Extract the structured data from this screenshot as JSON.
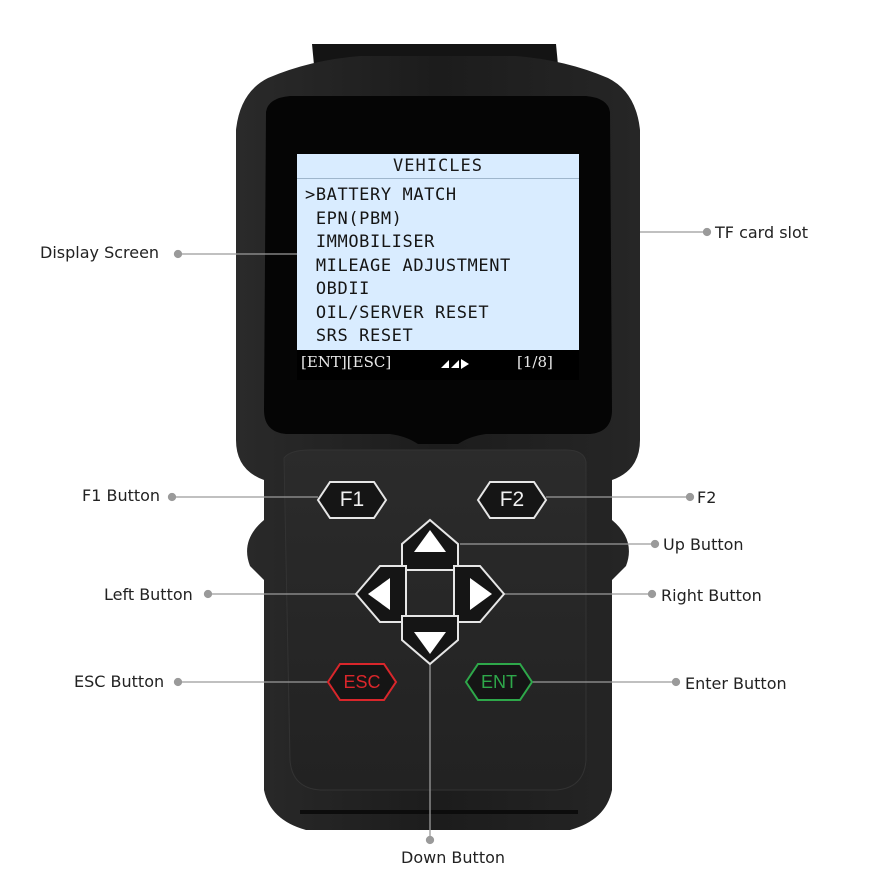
{
  "screen": {
    "title": "VEHICLES",
    "menu_items": [
      ">BATTERY MATCH",
      " EPN(PBM)",
      " IMMOBILISER",
      " MILEAGE ADJUSTMENT",
      " OBDII",
      " OIL/SERVER RESET",
      " SRS RESET"
    ],
    "status_left": "[ENT][ESC]",
    "status_right": "[1/8]"
  },
  "buttons": {
    "f1": "F1",
    "f2": "F2",
    "esc": "ESC",
    "ent": "ENT"
  },
  "callouts": {
    "display_screen": "Display Screen",
    "tf_card_slot": "TF card slot",
    "f1_button": "F1 Button",
    "f2": "F2",
    "up_button": "Up Button",
    "left_button": "Left Button",
    "right_button": "Right Button",
    "esc_button": "ESC Button",
    "enter_button": "Enter Button",
    "down_button": "Down Button"
  },
  "colors": {
    "screen_bg": "#d9ecff",
    "esc_accent": "#d9262b",
    "ent_accent": "#2ea84a",
    "device_body": "#1b1b1b"
  }
}
